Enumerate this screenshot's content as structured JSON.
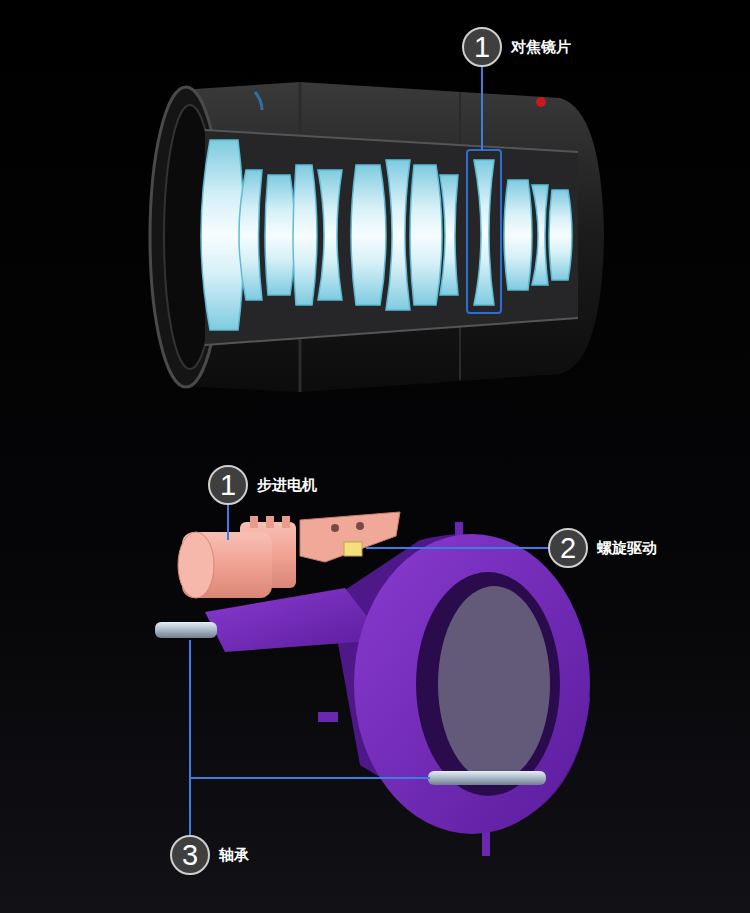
{
  "diagram": {
    "nodes": [
      {
        "text": [
          "1",
          "对焦镜片"
        ]
      },
      {
        "text": [
          "1",
          "步进电机"
        ]
      },
      {
        "text": [
          "2",
          "螺旋驱动"
        ]
      },
      {
        "text": [
          "3",
          "轴承"
        ]
      }
    ]
  }
}
